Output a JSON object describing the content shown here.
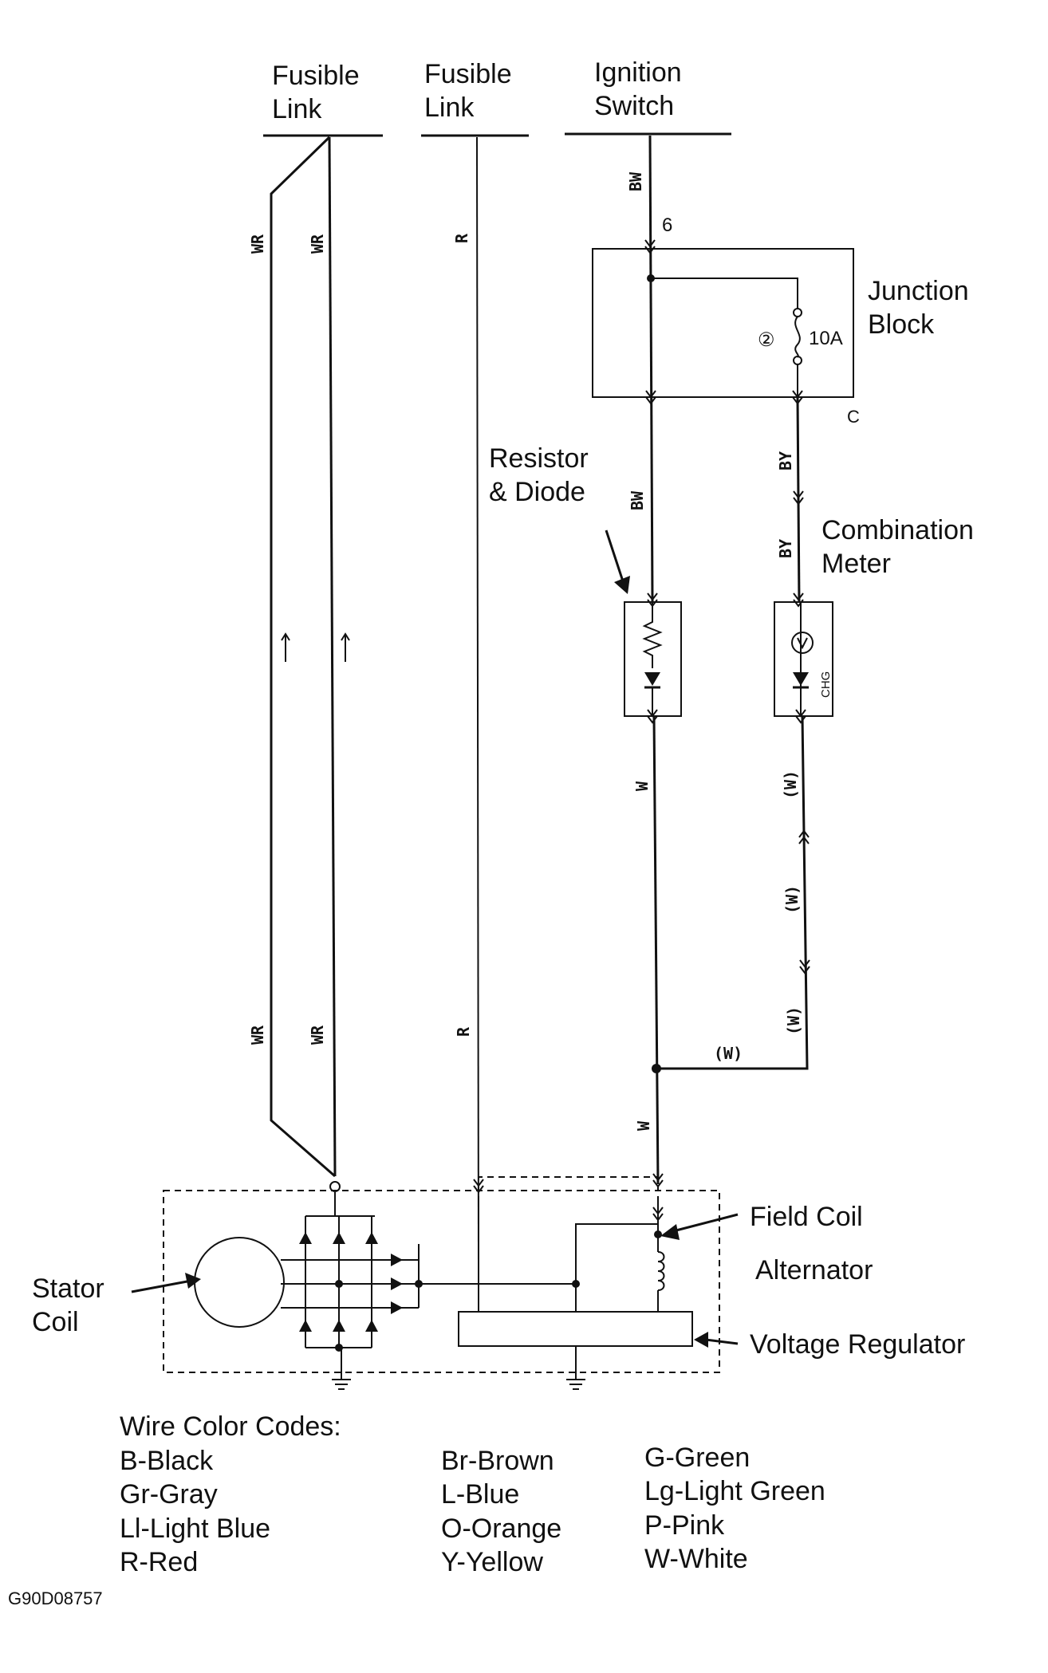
{
  "labels": {
    "fusible_link_1": [
      "Fusible",
      "Link"
    ],
    "fusible_link_2": [
      "Fusible",
      "Link"
    ],
    "ignition_switch": [
      "Ignition",
      "Switch"
    ],
    "junction_block": [
      "Junction",
      "Block"
    ],
    "resistor_diode": [
      "Resistor",
      "& Diode"
    ],
    "combination_meter": [
      "Combination",
      "Meter"
    ],
    "field_coil": "Field Coil",
    "alternator": "Alternator",
    "voltage_regulator": "Voltage Regulator",
    "stator_coil": [
      "Stator",
      "Coil"
    ]
  },
  "junction": {
    "terminal": "6",
    "fuse_number": "②",
    "fuse_rating": "10A",
    "connector": "C",
    "lamp_label": "CHG"
  },
  "wire_labels": {
    "wr": "WR",
    "r": "R",
    "bw": "BW",
    "by": "BY",
    "w": "W",
    "w_paren": "(W)"
  },
  "wire_color_codes": {
    "title": "Wire Color Codes:",
    "column1": [
      "B-Black",
      "Gr-Gray",
      "Ll-Light Blue",
      "R-Red"
    ],
    "column2": [
      "Br-Brown",
      "L-Blue",
      "O-Orange",
      "Y-Yellow"
    ],
    "column3": [
      "G-Green",
      "Lg-Light Green",
      "P-Pink",
      "W-White"
    ]
  },
  "figure_id": "G90D08757"
}
